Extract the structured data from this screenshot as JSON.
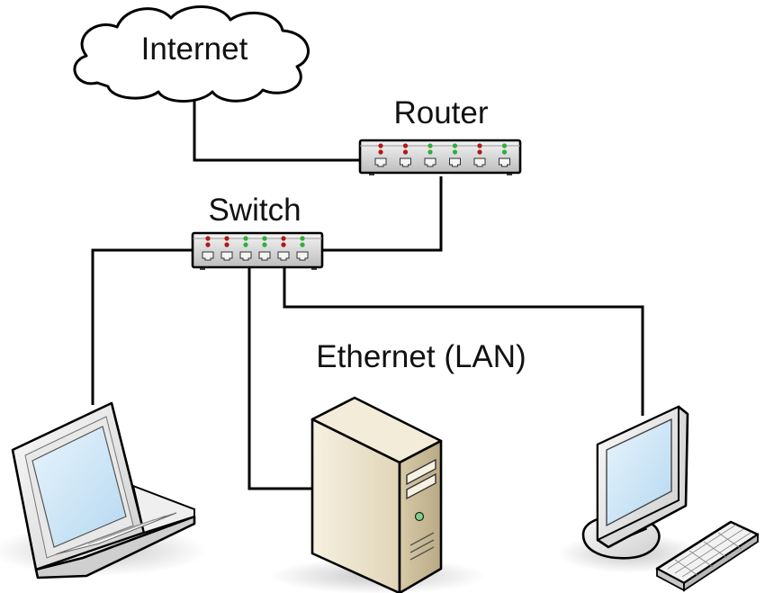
{
  "labels": {
    "internet": "Internet",
    "router": "Router",
    "switch": "Switch",
    "lan": "Ethernet (LAN)"
  },
  "devices": {
    "router": {
      "port_count": 6,
      "led_colors": [
        "red",
        "red",
        "green",
        "green",
        "red",
        "green"
      ]
    },
    "switch": {
      "port_count": 6,
      "led_colors": [
        "red",
        "red",
        "green",
        "green",
        "red",
        "green"
      ]
    }
  },
  "colors": {
    "line": "#000000",
    "led_red": "#b01818",
    "led_green": "#2fae3a",
    "device_gray": "#d9d9d9",
    "tower_beige": "#ece4d0",
    "screen_blue": "#cfe6f6"
  },
  "icons": [
    "cloud-icon",
    "router-icon",
    "switch-icon",
    "laptop-icon",
    "server-tower-icon",
    "desktop-monitor-icon",
    "keyboard-icon"
  ]
}
